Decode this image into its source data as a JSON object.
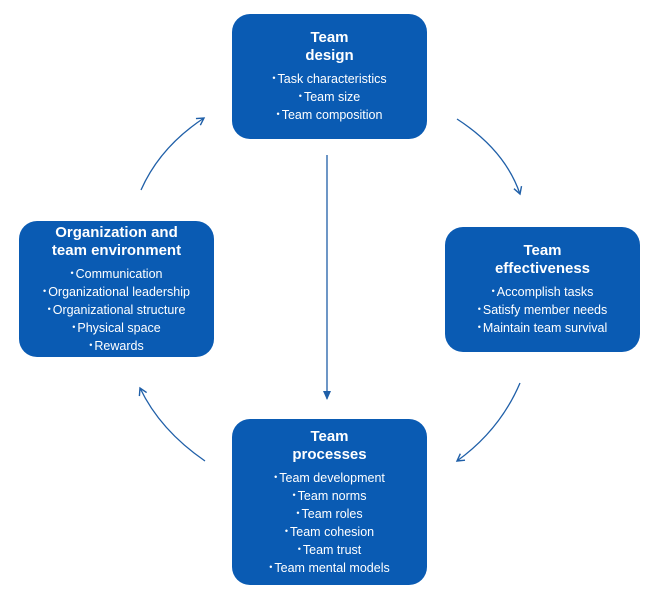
{
  "colors": {
    "box_fill": "#0a5bb3",
    "box_text": "#ffffff",
    "arrow": "#1f5fa8"
  },
  "nodes": {
    "design": {
      "title_line1": "Team",
      "title_line2": "design",
      "items": [
        "Task characteristics",
        "Team size",
        "Team composition"
      ]
    },
    "effectiveness": {
      "title_line1": "Team",
      "title_line2": "effectiveness",
      "items": [
        "Accomplish tasks",
        "Satisfy member needs",
        "Maintain team survival"
      ]
    },
    "processes": {
      "title_line1": "Team",
      "title_line2": "processes",
      "items": [
        "Team development",
        "Team norms",
        "Team roles",
        "Team cohesion",
        "Team trust",
        "Team mental models"
      ]
    },
    "organization": {
      "title_line1": "Organization and",
      "title_line2": "team environment",
      "items": [
        "Communication",
        "Organizational leadership",
        "Organizational structure",
        "Physical space",
        "Rewards"
      ]
    }
  }
}
